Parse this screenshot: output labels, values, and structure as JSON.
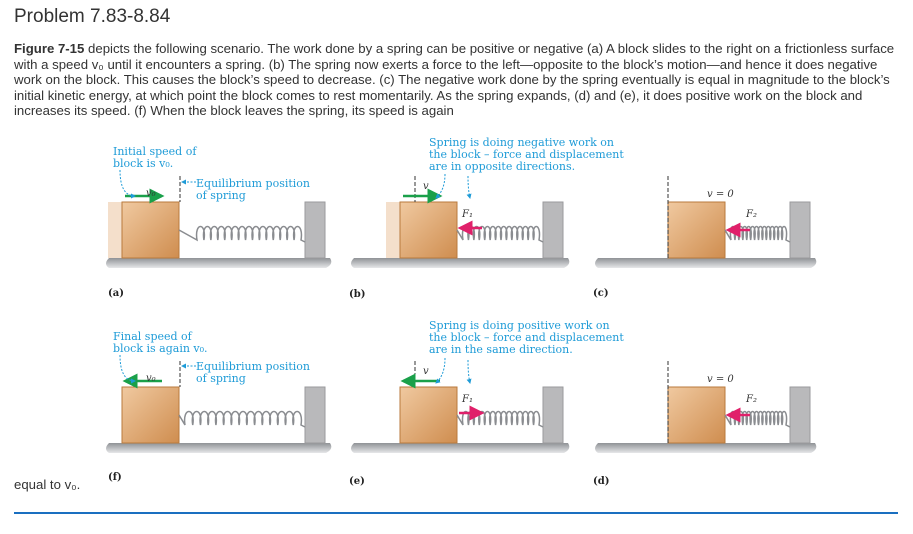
{
  "title": "Problem 7.83-8.84",
  "paragraph": {
    "figure_ref": "Figure 7-15",
    "text": " depicts the following scenario. The work done by a spring can be positive or negative (a) A block slides to the right on a frictionless surface with a speed v₀ until it encounters a spring. (b) The spring now exerts a force to the left—opposite to the block’s motion—and hence it does negative work on the block. This causes the block’s speed to decrease. (c) The negative work done by the spring eventually is equal in magnitude to the block’s initial kinetic energy, at which point the block comes to rest momentarily. As the spring expands, (d) and (e), it does positive work on the block and increases its speed. (f) When the block leaves the spring, its speed is again",
    "tail": "equal to v₀."
  },
  "figure": {
    "captions": {
      "initial_1": "Initial speed of",
      "initial_2": "block is v₀.",
      "equil_1": "Equilibrium position",
      "equil_2": "of spring",
      "neg_1": "Spring is doing negative work on",
      "neg_2": "the block – force and displacement",
      "neg_3": "are in opposite directions.",
      "final_1": "Final speed of",
      "final_2": "block is again v₀.",
      "pos_1": "Spring is doing positive work on",
      "pos_2": "the block – force and displacement",
      "pos_3": "are in the same direction."
    },
    "vars": {
      "v0": "v₀",
      "v": "v",
      "v_eq_0": "v = 0",
      "F1": "F₁",
      "F2": "F₂"
    },
    "panel_labels": {
      "a": "(a)",
      "b": "(b)",
      "c": "(c)",
      "d": "(d)",
      "e": "(e)",
      "f": "(f)"
    },
    "colors": {
      "caption": "#1e9bd7",
      "velocity": "#1aa04a",
      "force": "#e0206a",
      "block": "#d9a06a",
      "wall": "#b9b9bb"
    }
  }
}
